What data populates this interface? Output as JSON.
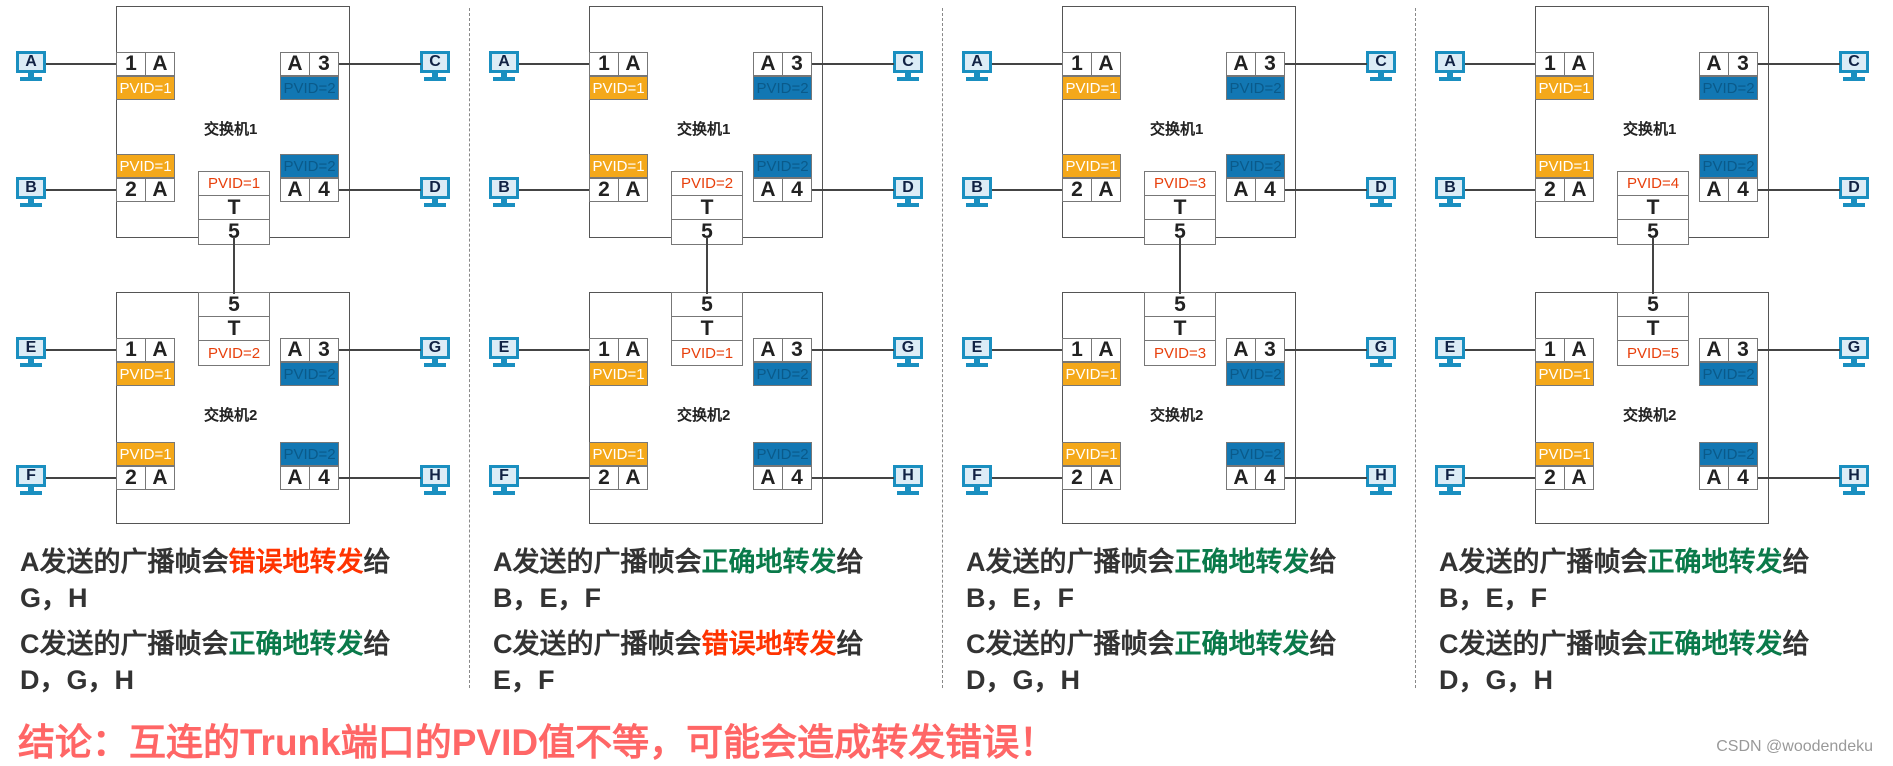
{
  "switch1_label": "交换机1",
  "switch2_label": "交换机2",
  "port_labels": {
    "p1": "1",
    "p2": "2",
    "p3": "3",
    "p4": "4",
    "p5": "5",
    "access": "A",
    "trunk": "T"
  },
  "pvid_labels": {
    "one": "PVID=1",
    "two": "PVID=2"
  },
  "hosts": {
    "a": "A",
    "b": "B",
    "c": "C",
    "d": "D",
    "e": "E",
    "f": "F",
    "g": "G",
    "h": "H"
  },
  "panels": [
    {
      "sw1_trunk_pvid": "PVID=1",
      "sw2_trunk_pvid": "PVID=2",
      "a_line": {
        "prefix": "A发送的广播帧会",
        "result": "错误地转发",
        "suffix": "给",
        "result_type": "error",
        "targets": "G，H"
      },
      "c_line": {
        "prefix": "C发送的广播帧会",
        "result": "正确地转发",
        "suffix": "给",
        "result_type": "correct",
        "targets": "D，G，H"
      }
    },
    {
      "sw1_trunk_pvid": "PVID=2",
      "sw2_trunk_pvid": "PVID=1",
      "a_line": {
        "prefix": "A发送的广播帧会",
        "result": "正确地转发",
        "suffix": "给",
        "result_type": "correct",
        "targets": "B，E，F"
      },
      "c_line": {
        "prefix": "C发送的广播帧会",
        "result": "错误地转发",
        "suffix": "给",
        "result_type": "error",
        "targets": "E，F"
      }
    },
    {
      "sw1_trunk_pvid": "PVID=3",
      "sw2_trunk_pvid": "PVID=3",
      "a_line": {
        "prefix": "A发送的广播帧会",
        "result": "正确地转发",
        "suffix": "给",
        "result_type": "correct",
        "targets": "B，E，F"
      },
      "c_line": {
        "prefix": "C发送的广播帧会",
        "result": "正确地转发",
        "suffix": "给",
        "result_type": "correct",
        "targets": "D，G，H"
      }
    },
    {
      "sw1_trunk_pvid": "PVID=4",
      "sw2_trunk_pvid": "PVID=5",
      "a_line": {
        "prefix": "A发送的广播帧会",
        "result": "正确地转发",
        "suffix": "给",
        "result_type": "correct",
        "targets": "B，E，F"
      },
      "c_line": {
        "prefix": "C发送的广播帧会",
        "result": "正确地转发",
        "suffix": "给",
        "result_type": "correct",
        "targets": "D，G，H"
      }
    }
  ],
  "conclusion": "结论：互连的Trunk端口的PVID值不等，可能会造成转发错误！",
  "credit": "CSDN @woodendeku",
  "colors": {
    "error": "#ff3300",
    "correct": "#0a7a4a",
    "vlan1": "#f4a81a",
    "vlan2": "#1277b3",
    "conclusion": "#ff6666",
    "host": "#1a8fc0"
  }
}
